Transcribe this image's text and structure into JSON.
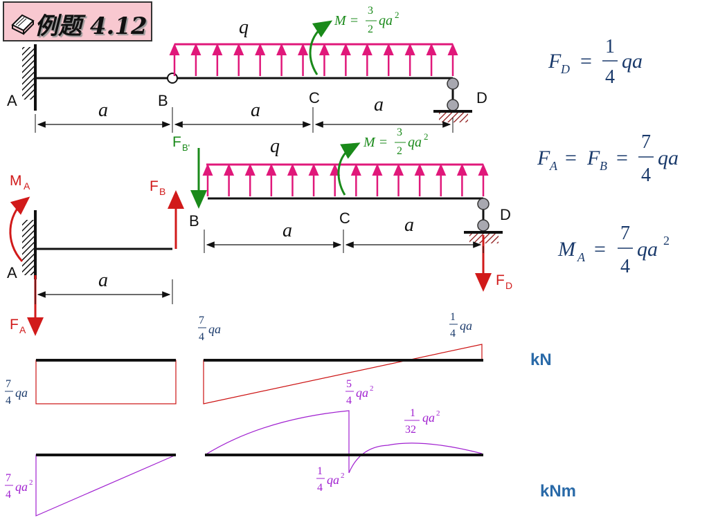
{
  "title": {
    "text": "例题  4.12",
    "icon": "book-icon"
  },
  "colors": {
    "load": "#e0187a",
    "moment": "#1a8a1a",
    "reaction": "#d11a1a",
    "shear": "#cc1111",
    "bending": "#a020d0",
    "formula": "#1a3a6b",
    "unit": "#2a6aa8"
  },
  "labels": {
    "q": "q",
    "a": "a",
    "A": "A",
    "B": "B",
    "C": "C",
    "D": "D",
    "M_eq": "M = ",
    "frac_num": "3",
    "frac_den": "2",
    "qa2": "qa",
    "sup2": "2",
    "FB_prime": "F",
    "FB_prime_sub": "B'",
    "MA": "M",
    "MA_sub": "A",
    "FB": "F",
    "FB_sub": "B",
    "FA": "F",
    "FA_sub": "A",
    "FD": "F",
    "FD_sub": "D"
  },
  "formulas": {
    "fd": {
      "lhs": "F",
      "lhs_sub": "D",
      "num": "1",
      "den": "4",
      "rhs": "qa"
    },
    "fa_fb": {
      "lhs1": "F",
      "lhs1_sub": "A",
      "lhs2": "F",
      "lhs2_sub": "B",
      "num": "7",
      "den": "4",
      "rhs": "qa"
    },
    "ma": {
      "lhs": "M",
      "lhs_sub": "A",
      "num": "7",
      "den": "4",
      "rhs": "qa",
      "sup": "2"
    }
  },
  "diagram_labels": {
    "shear_left": {
      "num": "7",
      "den": "4",
      "rhs": "qa"
    },
    "shear_mid": {
      "num": "7",
      "den": "4",
      "rhs": "qa"
    },
    "shear_right": {
      "num": "1",
      "den": "4",
      "rhs": "qa"
    },
    "moment_left": {
      "num": "7",
      "den": "4",
      "rhs": "qa",
      "sup": "2"
    },
    "moment_peak": {
      "num": "5",
      "den": "4",
      "rhs": "qa",
      "sup": "2"
    },
    "moment_low": {
      "num": "1",
      "den": "4",
      "rhs": "qa",
      "sup": "2"
    },
    "moment_max": {
      "num": "1",
      "den": "32",
      "rhs": "qa",
      "sup": "2"
    }
  },
  "units": {
    "shear": "kN",
    "moment": "kNm"
  }
}
